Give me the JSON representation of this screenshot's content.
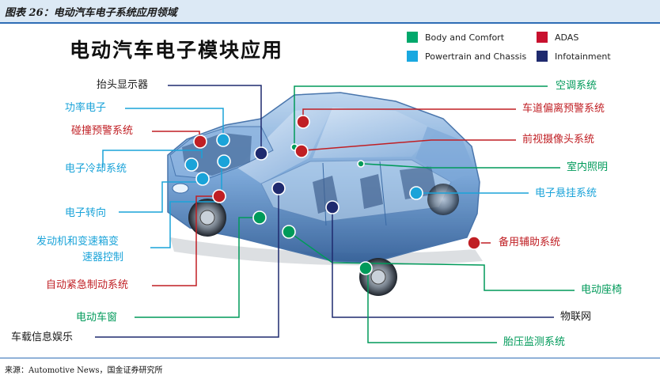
{
  "header": {
    "title": "图表 26：电动汽车电子系统应用领域"
  },
  "title": "电动汽车电子模块应用",
  "colors": {
    "green": "#009a5a",
    "red": "#c01f24",
    "blue": "#1aa3d9",
    "navy": "#1f2a6e"
  },
  "legend": [
    {
      "label": "Body and Comfort",
      "color": "#00a86b"
    },
    {
      "label": "ADAS",
      "color": "#c8102e"
    },
    {
      "label": "Powertrain and Chassis",
      "color": "#19a8e0"
    },
    {
      "label": "Infotainment",
      "color": "#1f2a6e"
    }
  ],
  "labels": {
    "head_up_display": "抬头显示器",
    "power_electronics": "功率电子",
    "collision_warning": "碰撞预警系统",
    "electronic_cooling": "电子冷却系统",
    "electronic_steering": "电子转向",
    "engine_transmission_1": "发动机和变速箱变",
    "engine_transmission_2": "速器控制",
    "auto_emergency_brake": "自动紧急制动系统",
    "power_window": "电动车窗",
    "infotainment": "车载信息娱乐",
    "air_conditioning": "空调系统",
    "lane_departure": "车道偏离预警系统",
    "front_camera": "前视摄像头系统",
    "interior_lighting": "室内照明",
    "electronic_suspension": "电子悬挂系统",
    "backup_assist": "备用辅助系统",
    "power_seat": "电动座椅",
    "iot": "物联网",
    "tire_pressure": "胎压监测系统"
  },
  "footer": {
    "source": "来源：Automotive News，国金证券研究所"
  }
}
